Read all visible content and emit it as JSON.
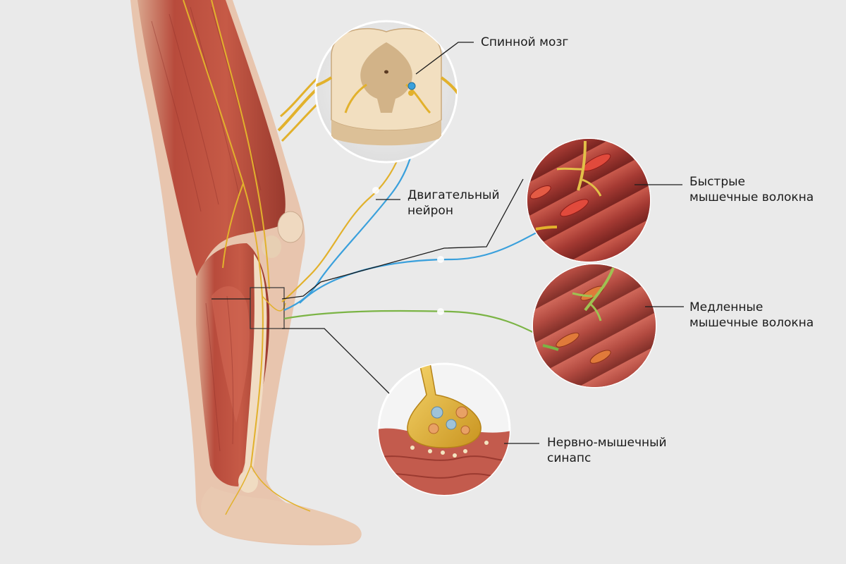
{
  "background": "#eaeaea",
  "colors": {
    "sensory_nerve": "#e2b12c",
    "motor_neuron": "#3aa0dc",
    "slow_fiber_nerve": "#7bb445",
    "muscle": "#b64a3c",
    "muscle_dark": "#8e2f28",
    "fast_fiber": "#9a2f2c",
    "slow_fiber": "#b3463c",
    "leader_line": "#1c1c1c"
  },
  "labels": {
    "spinal_cord": {
      "line1": "Спинной мозг"
    },
    "motor_neuron": {
      "line1": "Двигательный",
      "line2": "нейрон"
    },
    "fast_fibers": {
      "line1": "Быстрые",
      "line2": "мышечные волокна"
    },
    "slow_fibers": {
      "line1": "Медленные",
      "line2": "мышечные волокна"
    },
    "synapse": {
      "line1": "Нервно-мышечный",
      "line2": "синапс"
    }
  },
  "icons": {
    "leg": "leg-anatomy-illustration",
    "spinal_cord": "spinal-cord-cross-section-icon",
    "fast_fibers": "fast-muscle-fibers-icon",
    "slow_fibers": "slow-muscle-fibers-icon",
    "synapse": "neuromuscular-synapse-icon"
  }
}
